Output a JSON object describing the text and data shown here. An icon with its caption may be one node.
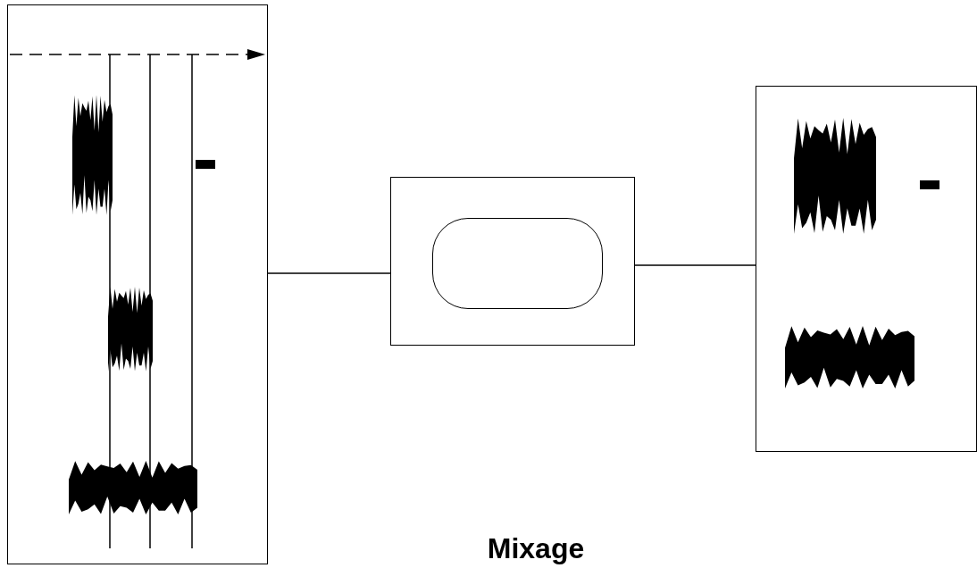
{
  "diagram": {
    "caption": "Mixage",
    "nodes": [
      {
        "text": [],
        "shape": "picture"
      },
      {
        "text": [],
        "shape": "box"
      },
      {
        "text": [],
        "shape": "box",
        "in": 1
      },
      {
        "text": [],
        "shape": "picture"
      }
    ],
    "edges": [
      {
        "from": 0,
        "to": 1,
        "arrow": "none"
      },
      {
        "from": 1,
        "to": 3,
        "arrow": "none"
      }
    ]
  }
}
